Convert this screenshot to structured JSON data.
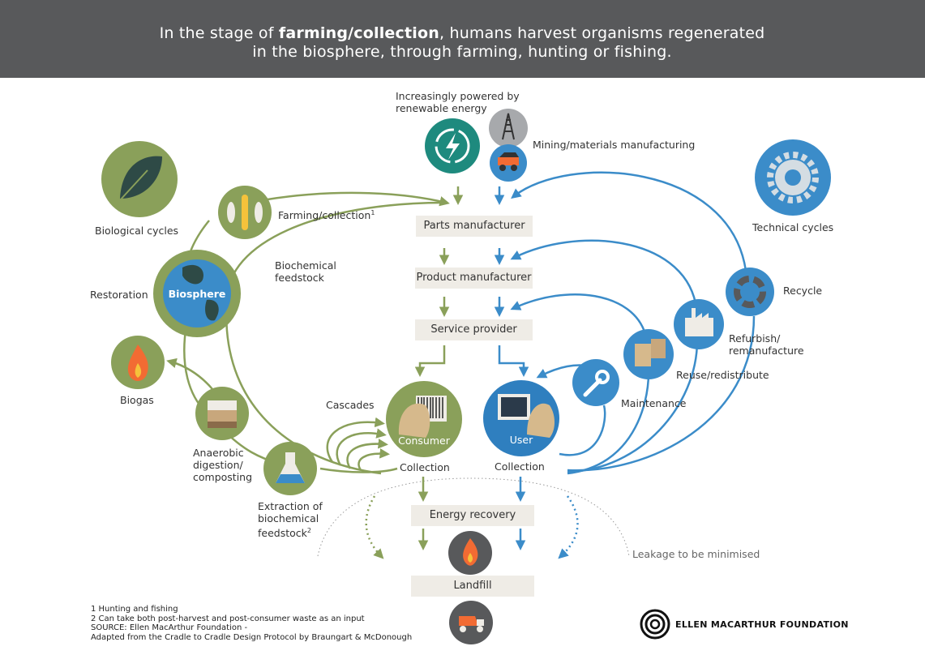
{
  "header": {
    "prefix": "In the stage of ",
    "bold": "farming/collection",
    "suffix": ", humans harvest organisms regenerated",
    "line2": "in the biosphere, through farming, hunting or fishing."
  },
  "energy": {
    "line1": "Increasingly powered by",
    "line2": "renewable energy"
  },
  "mining_label": "Mining/materials manufacturing",
  "biological_cycles": "Biological cycles",
  "technical_cycles": "Technical cycles",
  "farming": {
    "label": "Farming/collection",
    "sup": "1"
  },
  "biochemical_feedstock": {
    "line1": "Biochemical",
    "line2": "feedstock"
  },
  "restoration": "Restoration",
  "biosphere": "Biosphere",
  "biogas": "Biogas",
  "anaerobic": {
    "line1": "Anaerobic",
    "line2": "digestion/",
    "line3": "composting"
  },
  "extraction": {
    "line1": "Extraction of",
    "line2": "biochemical",
    "line3": "feedstock",
    "sup": "2"
  },
  "cascades": "Cascades",
  "boxes": {
    "parts": "Parts manufacturer",
    "product": "Product manufacturer",
    "service": "Service provider",
    "energy_recovery": "Energy recovery",
    "landfill": "Landfill"
  },
  "consumer": "Consumer",
  "user": "User",
  "collection_left": "Collection",
  "collection_right": "Collection",
  "recycle": "Recycle",
  "refurbish": {
    "line1": "Refurbish/",
    "line2": "remanufacture"
  },
  "reuse": "Reuse/redistribute",
  "maintenance": "Maintenance",
  "leakage": "Leakage to be minimised",
  "footnotes": {
    "f1": "1  Hunting and fishing",
    "f2": "2 Can take both post-harvest and post-consumer waste as an input",
    "source": "SOURCE: Ellen MacArthur Foundation -",
    "adapted": "Adapted from the Cradle to Cradle Design Protocol by Braungart & McDonough"
  },
  "logo": "ELLEN MACARTHUR FOUNDATION",
  "colors": {
    "header_bg": "#58595b",
    "green": "#8aa05a",
    "green_dark": "#7a9150",
    "blue": "#3b8cc9",
    "blue_dark": "#2f7fbf",
    "box_bg": "#efece6",
    "teal": "#1e8a7e",
    "icon_gray": "#58595b"
  },
  "icons": [
    "leaf-icon",
    "gear-icon",
    "renewable-energy-icon",
    "oil-rig-icon",
    "mining-truck-icon",
    "wheat-fish-icon",
    "globe-icon",
    "flame-icon",
    "soil-icon",
    "flask-icon",
    "barcode-icon",
    "computer-icon",
    "wrench-icon",
    "boxes-icon",
    "factory-icon",
    "recycle-icon",
    "dump-truck-icon",
    "emf-logo-icon"
  ]
}
